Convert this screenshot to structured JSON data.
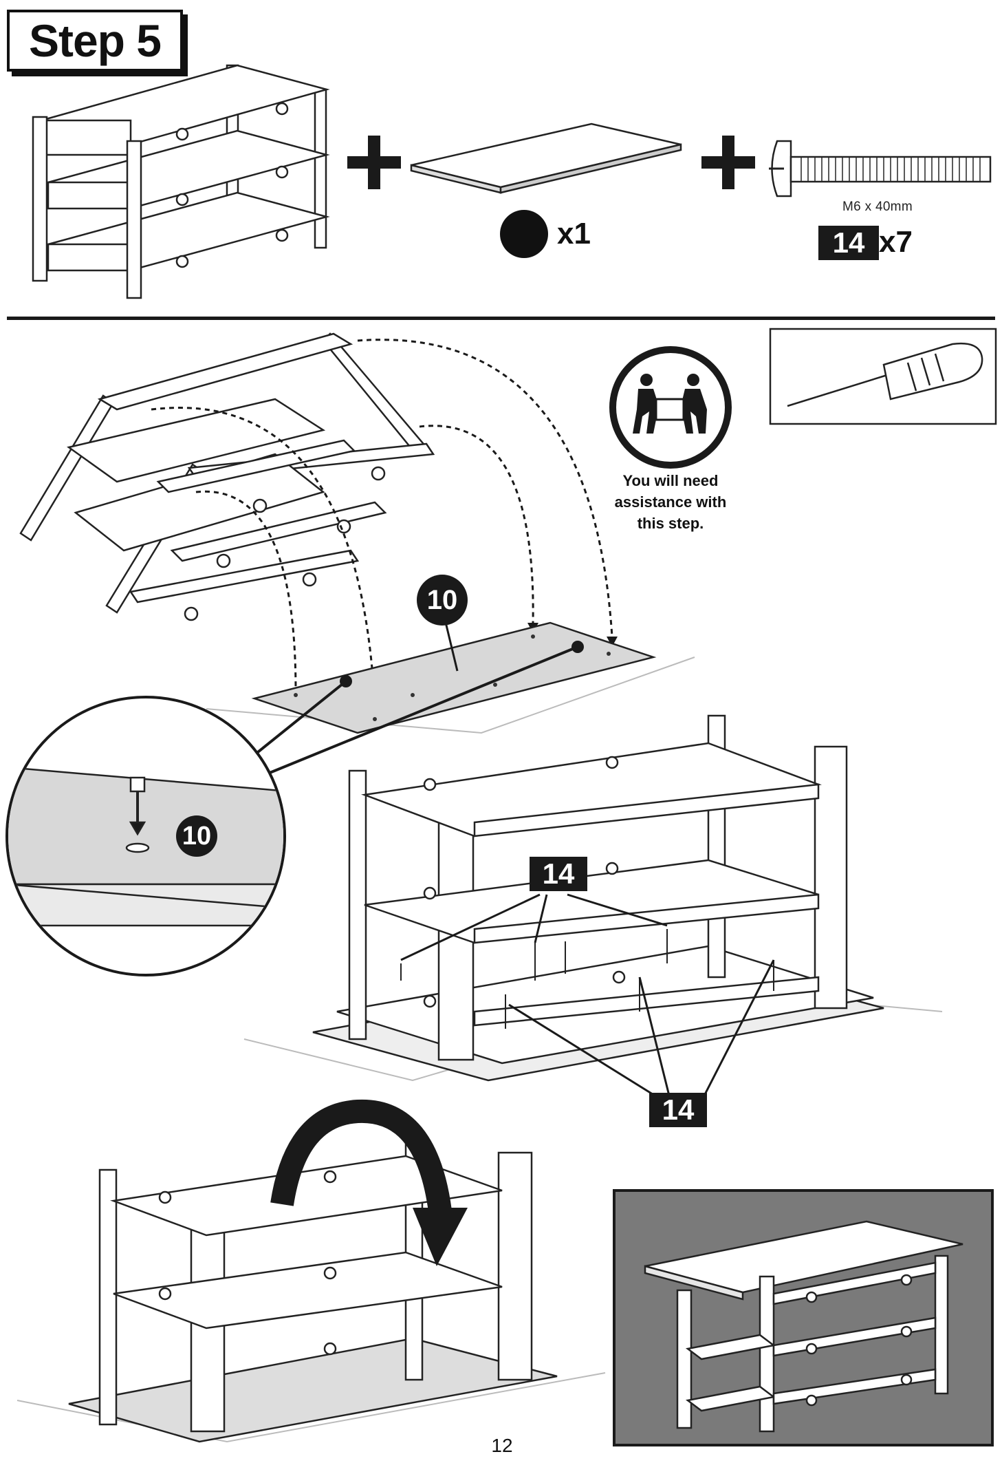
{
  "header": {
    "step_title": "Step 5"
  },
  "parts": {
    "panel_qty": "x1",
    "screw_spec": "M6 x 40mm",
    "screw_part_number": "14",
    "screw_qty": "x7"
  },
  "assistance": {
    "line1": "You will need",
    "line2": "assistance with",
    "line3": "this step."
  },
  "callouts": {
    "panel_label": "10",
    "zoom_panel_label": "10",
    "screw_label_top": "14",
    "screw_label_bottom": "14"
  },
  "icons": {
    "plus": "plus-icon",
    "panel": "panel-icon",
    "screw": "screw-icon",
    "two_person": "two-person-lift-icon",
    "screwdriver": "screwdriver-icon",
    "rotate": "rotate-arrow-icon"
  },
  "footer": {
    "page_number": "12"
  }
}
